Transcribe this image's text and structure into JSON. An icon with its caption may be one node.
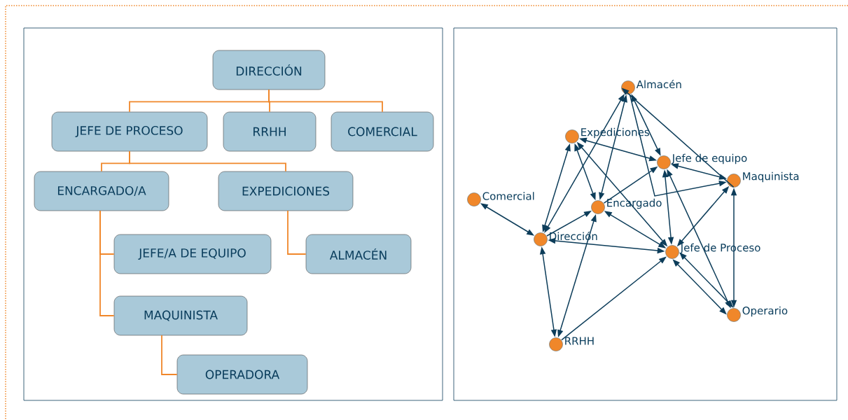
{
  "diagram": {
    "nodes": [
      {
        "text": [
          "DIRECCIÓN"
        ]
      },
      {
        "text": [
          "JEFE DE PROCESO"
        ]
      },
      {
        "text": [
          "RRHH"
        ]
      },
      {
        "text": [
          "COMERCIAL"
        ]
      },
      {
        "text": [
          "ENCARGADO/A"
        ]
      },
      {
        "text": [
          "EXPEDICIONES"
        ]
      },
      {
        "text": [
          "JEFE/A DE EQUIPO"
        ]
      },
      {
        "text": [
          "ALMACÉN"
        ]
      },
      {
        "text": [
          "MAQUINISTA"
        ]
      },
      {
        "text": [
          "OPERADORA"
        ]
      },
      {
        "text": [
          "Almacén"
        ]
      },
      {
        "text": [
          "Expediciones"
        ]
      },
      {
        "text": [
          "Jefe de equipo"
        ]
      },
      {
        "text": [
          "Maquinista"
        ]
      },
      {
        "text": [
          "Comercial"
        ]
      },
      {
        "text": [
          "Encargado"
        ]
      },
      {
        "text": [
          "Dirección"
        ]
      },
      {
        "text": [
          "Jefe de Proceso"
        ]
      },
      {
        "text": [
          "Operario"
        ]
      },
      {
        "text": [
          "RRHH"
        ]
      }
    ],
    "edges": [
      {
        "from": 0,
        "to": 1,
        "arrow": "none",
        "color": "#f0872a"
      },
      {
        "from": 0,
        "to": 2,
        "arrow": "none",
        "color": "#f0872a"
      },
      {
        "from": 0,
        "to": 3,
        "arrow": "none",
        "color": "#f0872a"
      },
      {
        "from": 1,
        "to": 4,
        "arrow": "none",
        "color": "#f0872a"
      },
      {
        "from": 1,
        "to": 5,
        "arrow": "none",
        "color": "#f0872a"
      },
      {
        "from": 4,
        "to": 6,
        "arrow": "none",
        "color": "#f0872a"
      },
      {
        "from": 4,
        "to": 8,
        "arrow": "none",
        "color": "#f0872a"
      },
      {
        "from": 5,
        "to": 7,
        "arrow": "none",
        "color": "#f0872a"
      },
      {
        "from": 8,
        "to": 9,
        "arrow": "none",
        "color": "#f0872a"
      },
      {
        "from": 14,
        "to": 16,
        "arrow": "both"
      },
      {
        "from": 16,
        "to": 11,
        "arrow": "both"
      },
      {
        "from": 16,
        "to": 10,
        "arrow": "both"
      },
      {
        "from": 16,
        "to": 15,
        "arrow": "to"
      },
      {
        "from": 16,
        "to": 17,
        "arrow": "both"
      },
      {
        "from": 16,
        "to": 19,
        "arrow": "both"
      },
      {
        "from": 15,
        "to": 19,
        "arrow": "both"
      },
      {
        "from": 19,
        "to": 17,
        "arrow": "to"
      },
      {
        "from": 11,
        "to": 15,
        "arrow": "both"
      },
      {
        "from": 11,
        "to": 12,
        "arrow": "both"
      },
      {
        "from": 11,
        "to": 17,
        "arrow": "both"
      },
      {
        "from": 15,
        "to": 10,
        "arrow": "both"
      },
      {
        "from": 15,
        "to": 12,
        "arrow": "to"
      },
      {
        "from": 15,
        "to": 17,
        "arrow": "both"
      },
      {
        "from": 10,
        "to": 12,
        "arrow": "both"
      },
      {
        "from": 13,
        "to": 10,
        "arrow": "to"
      },
      {
        "from": 10,
        "to": 13,
        "arrow": "to"
      },
      {
        "from": 12,
        "to": 13,
        "arrow": "both"
      },
      {
        "from": 12,
        "to": 17,
        "arrow": "both"
      },
      {
        "from": 12,
        "to": 18,
        "arrow": "both"
      },
      {
        "from": 13,
        "to": 17,
        "arrow": "both"
      },
      {
        "from": 13,
        "to": 18,
        "arrow": "both"
      },
      {
        "from": 17,
        "to": 18,
        "arrow": "both"
      },
      {
        "from": 17,
        "to": 18,
        "arrow": "both"
      }
    ]
  }
}
